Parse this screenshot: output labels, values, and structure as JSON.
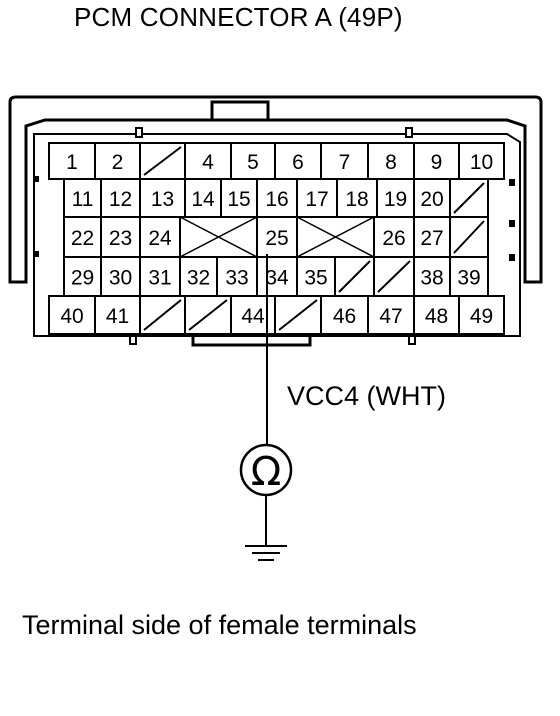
{
  "title": "PCM CONNECTOR A (49P)",
  "wire_label": "VCC4 (WHT)",
  "meter_symbol": "Ω",
  "caption": "Terminal side of female terminals",
  "probe_terminal": "34",
  "connector": {
    "rows": [
      [
        "1",
        "2",
        "/",
        "4",
        "5",
        "6",
        "7",
        "8",
        "9",
        "10"
      ],
      [
        "11",
        "12",
        "13",
        "14",
        "15",
        "16",
        "17",
        "18",
        "19",
        "20",
        "/"
      ],
      [
        "22",
        "23",
        "24",
        "X",
        "25",
        "X",
        "26",
        "27",
        "/"
      ],
      [
        "29",
        "30",
        "31",
        "32",
        "33",
        "34",
        "35",
        "/",
        "/",
        "38",
        "39"
      ],
      [
        "40",
        "41",
        "/",
        "/",
        "44",
        "/",
        "46",
        "47",
        "48",
        "49"
      ]
    ]
  }
}
